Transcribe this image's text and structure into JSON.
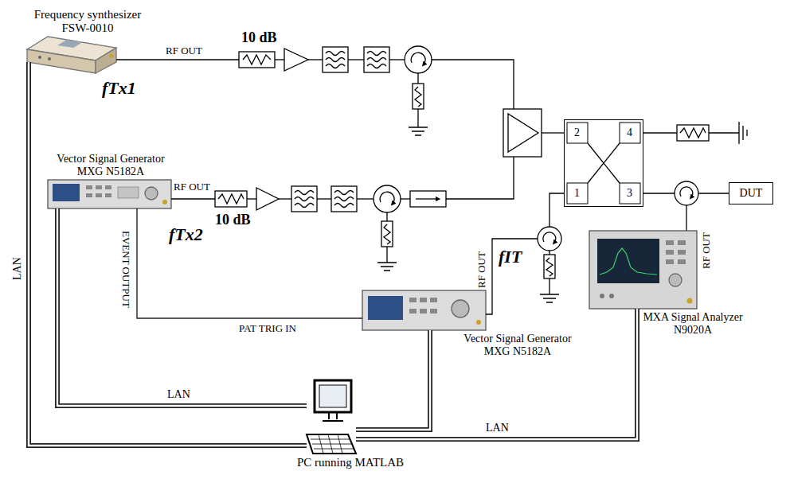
{
  "diagram": {
    "nodes": [
      {
        "text": [
          "Frequency synthesizer FSW-0010"
        ]
      },
      {
        "text": [
          "Vector Signal Generator MXG N5182A"
        ]
      },
      {
        "text": [
          "Vector Signal Generator MXG N5182A"
        ]
      },
      {
        "text": [
          "MXA Signal Analyzer N9020A"
        ]
      },
      {
        "text": [
          "PC running MATLAB"
        ]
      },
      {
        "text": [
          "2",
          "4",
          "1",
          "3"
        ]
      },
      {
        "text": [
          "DUT"
        ]
      }
    ],
    "edges": [
      {
        "from": 0,
        "to": 4,
        "arrow": "none",
        "label": "LAN"
      },
      {
        "from": 1,
        "to": 4,
        "arrow": "none",
        "label": "LAN"
      },
      {
        "from": 2,
        "to": 4,
        "arrow": "none"
      },
      {
        "from": 3,
        "to": 4,
        "arrow": "none",
        "label": "LAN"
      },
      {
        "from": 1,
        "to": 2,
        "arrow": "none"
      }
    ],
    "labels": [
      "RF OUT",
      "10 dB",
      "fTx1",
      "RF OUT",
      "10 dB",
      "fTx2",
      "EVENT OUTPUT",
      "PAT TRIG IN",
      "RF OUT",
      "fIT",
      "RF OUT"
    ]
  }
}
